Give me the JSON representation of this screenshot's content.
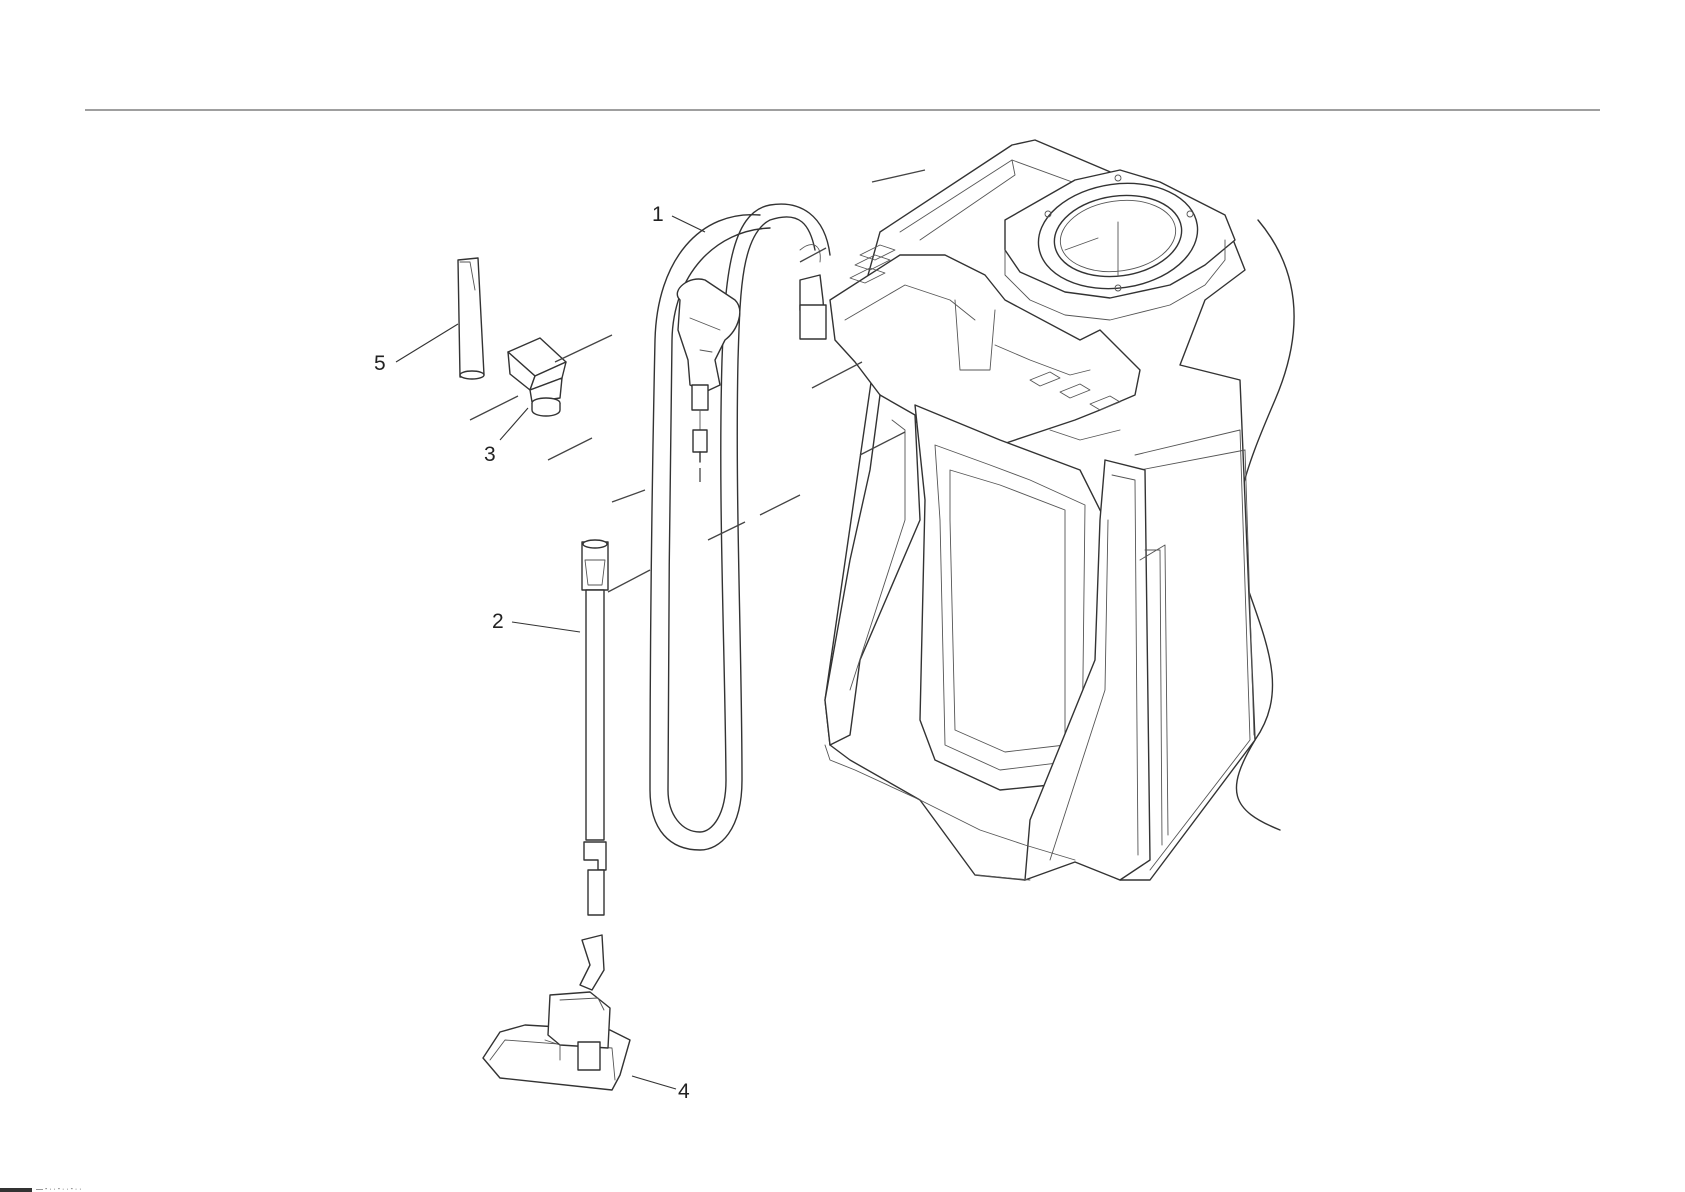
{
  "callouts": [
    {
      "number": "1",
      "part": "hose"
    },
    {
      "number": "2",
      "part": "suction-tube"
    },
    {
      "number": "3",
      "part": "upholstery-nozzle"
    },
    {
      "number": "4",
      "part": "floor-nozzle"
    },
    {
      "number": "5",
      "part": "crevice-nozzle"
    }
  ],
  "footer": {
    "text": "— - · · - · · - · ·"
  },
  "colors": {
    "line": "#333333",
    "background": "#ffffff",
    "rule": "#666666"
  }
}
